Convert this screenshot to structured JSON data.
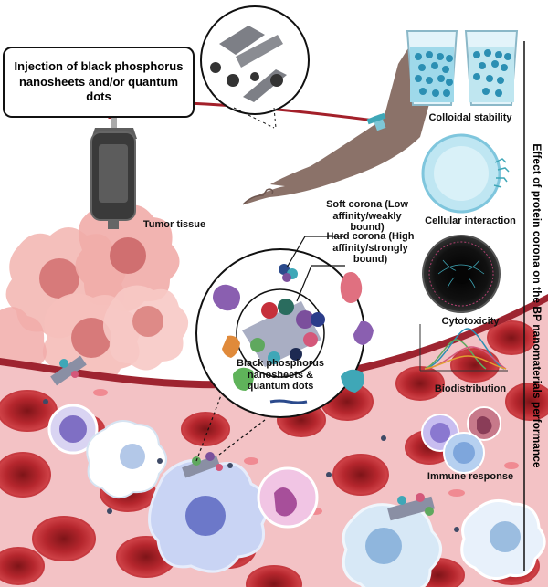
{
  "injection_label": "Injection of black phosphorus nanosheets and/or quantum dots",
  "tumor_label": "Tumor tissue",
  "corona": {
    "soft": "Soft corona (Low affinity/weakly bound)",
    "hard": "Hard corona (High affinity/strongly bound)",
    "core": "Black phosphorus nanosheets & quantum dots"
  },
  "effects": {
    "title": "Effect of protein corona on the BP nanomaterials performance",
    "items": [
      "Colloidal stability",
      "Cellular interaction",
      "Cytotoxicity",
      "Biodistribution",
      "Immune response"
    ]
  },
  "colors": {
    "blood": "#a3202a",
    "rbc": "#c4343a",
    "tumor": "#f2b3b0",
    "tumor_core": "#d77a7a",
    "protein_purple": "#7b4f9c",
    "protein_pink": "#d4587a",
    "protein_green": "#5fa85e",
    "protein_teal": "#3fa7b7",
    "arm": "#8b7269",
    "beaker_water": "#9fd9ea",
    "particle_blue": "#2b8fb3"
  }
}
